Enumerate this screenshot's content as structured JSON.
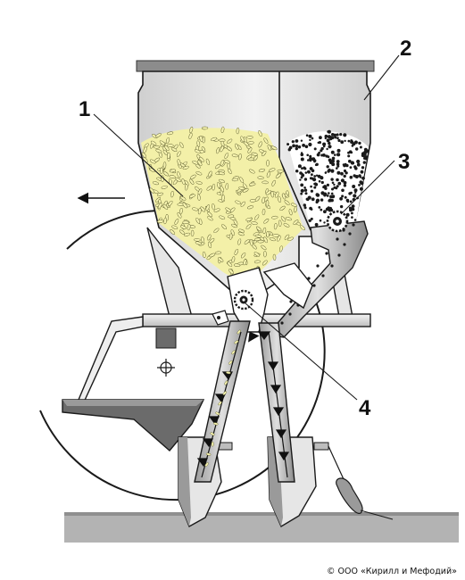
{
  "labels": {
    "l1": "1",
    "l2": "2",
    "l3": "3",
    "l4": "4"
  },
  "copyright": "© ООО «Кирилл и Мефодий»",
  "colors": {
    "hopper": "#d8d8d8",
    "hopper_light": "#efefef",
    "seed": "#f3f0a8",
    "metal_dark": "#6b6b6b",
    "ground": "#b3b3b3",
    "outline": "#1a1a1a"
  }
}
